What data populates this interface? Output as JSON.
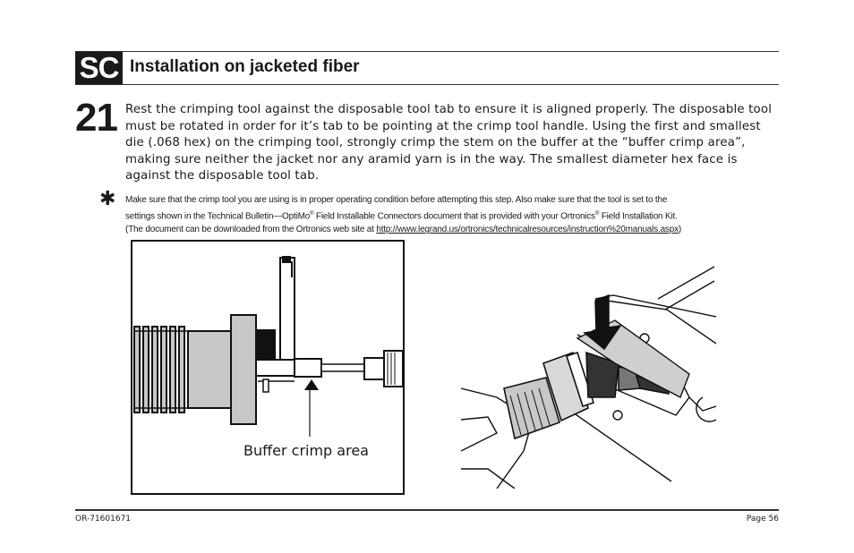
{
  "header": {
    "section_badge": "SC",
    "title": "Installation on jacketed fiber"
  },
  "step": {
    "number": "21",
    "lines": [
      "Rest the crimping tool against the disposable tool tab to ensure it is aligned properly. The disposable tool",
      "must be rotated in order for it’s tab to be pointing at the crimp tool handle. Using the first and smallest",
      "die (.068 hex) on the crimping tool, strongly crimp the stem on the buffer at the “buffer crimp area”,",
      "making sure neither the jacket nor any aramid yarn is in the way. The smallest diameter hex face is",
      "against the disposable tool tab."
    ]
  },
  "note": {
    "marker": "✱",
    "line1": "Make sure that the crimp tool you are using is in proper operating condition before attempting this step. Also make sure that the tool is set to the",
    "line2_a": "settings shown in the Technical Bulletin—OptiMo",
    "line2_reg1": "®",
    "line2_b": " Field Installable Connectors document that is provided with your Ortronics",
    "line2_reg2": "®",
    "line2_c": " Field Installation Kit.",
    "line3_a": "(The document can be downloaded from the Ortronics web site at ",
    "link": "http://www.legrand.us/ortronics/technicalresources/instruction%20manuals.aspx",
    "line3_b": ")"
  },
  "figure": {
    "callout": "Buffer crimp area"
  },
  "footer": {
    "doc_id": "OR-71601671",
    "page": "Page 56"
  }
}
